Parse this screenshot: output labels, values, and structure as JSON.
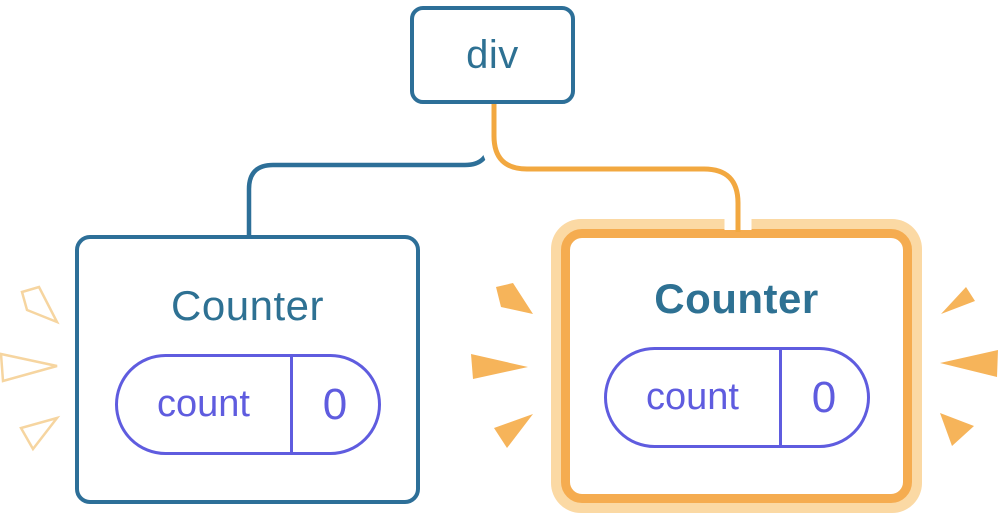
{
  "diagram": {
    "description": "React component tree re-render diagram",
    "root": {
      "label": "div"
    },
    "children": [
      {
        "label": "Counter",
        "highlighted": false,
        "state": {
          "name": "count",
          "value": "0"
        }
      },
      {
        "label": "Counter",
        "highlighted": true,
        "state": {
          "name": "count",
          "value": "0"
        }
      }
    ]
  },
  "colors": {
    "blue": "#2D6F98",
    "title_text": "#2E7193",
    "purple": "#5F5CDF",
    "orange_line": "#F2A840",
    "orange_border": "#F5AC50",
    "orange_light": "#FBD9A4",
    "sparkle_orange": "#F6B45A",
    "sparkle_white_stroke": "#F6D5A0",
    "casing_white": "#FFFFFF"
  }
}
